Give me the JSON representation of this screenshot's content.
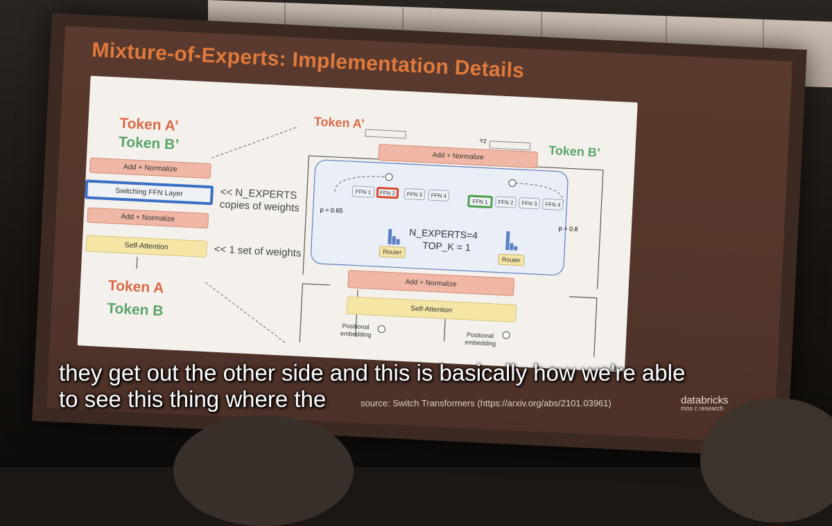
{
  "slide": {
    "title": "Mixture-of-Experts: Implementation Details",
    "left": {
      "token_a_out": "Token A’",
      "token_b_out": "Token B’",
      "add_norm_top": "Add + Normalize",
      "switch_layer": "Switching FFN Layer",
      "add_norm_mid": "Add + Normalize",
      "self_attention": "Self-Attention",
      "token_a_in": "Token A",
      "token_b_in": "Token B",
      "note_experts_1": "<< N_EXPERTS",
      "note_experts_2": "copies of weights",
      "note_weights": "<< 1 set of weights"
    },
    "right": {
      "token_a_out": "Token A’",
      "token_b_out": "Token B’",
      "y2": "Y2",
      "add_norm_top": "Add + Normalize",
      "ffn_left": [
        "FFN 1",
        "FFN 2",
        "FFN 3",
        "FFN 4"
      ],
      "ffn_right": [
        "FFN 1",
        "FFN 2",
        "FFN 3",
        "FFN 4"
      ],
      "p_left": "p = 0.65",
      "p_right": "p = 0.8",
      "n_experts": "N_EXPERTS=4",
      "top_k": "TOP_K = 1",
      "router_left": "Router",
      "router_right": "Router",
      "add_norm_bottom": "Add + Normalize",
      "self_attention": "Self-Attention",
      "pos_embed_left_1": "Positional",
      "pos_embed_left_2": "embedding",
      "pos_embed_right_1": "Positional",
      "pos_embed_right_2": "embedding"
    },
    "source": "source: Switch Transformers (https://arxiv.org/abs/2101.03961)",
    "logo": "databricks",
    "logo_sub": "mos  c research"
  },
  "caption": {
    "line1": "they get out the other side and this is basically how we're able",
    "line2": "to see this thing where the"
  },
  "colors": {
    "title": "#e07a3c",
    "token_a": "#d86a4a",
    "token_b": "#5aa46a",
    "add_norm": "#f1b7a6",
    "self_attention": "#f5e6a6",
    "switch_highlight": "#3a6fc4",
    "expert_a_highlight": "#d9472b",
    "expert_b_highlight": "#4a9d4a"
  }
}
